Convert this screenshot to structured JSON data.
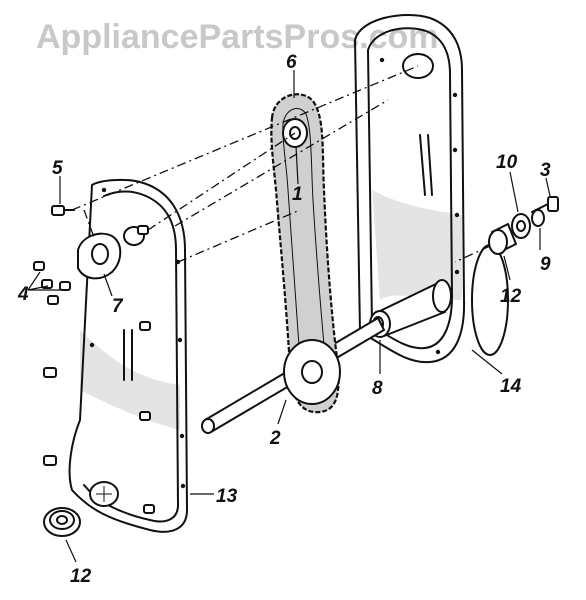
{
  "watermark": "AppliancePartsPros.com",
  "callouts": {
    "c1": "1",
    "c2": "2",
    "c3": "3",
    "c4": "4",
    "c5": "5",
    "c6": "6",
    "c7": "7",
    "c8": "8",
    "c9": "9",
    "c10": "10",
    "c12a": "12",
    "c12b": "12",
    "c13": "13",
    "c14": "14"
  }
}
